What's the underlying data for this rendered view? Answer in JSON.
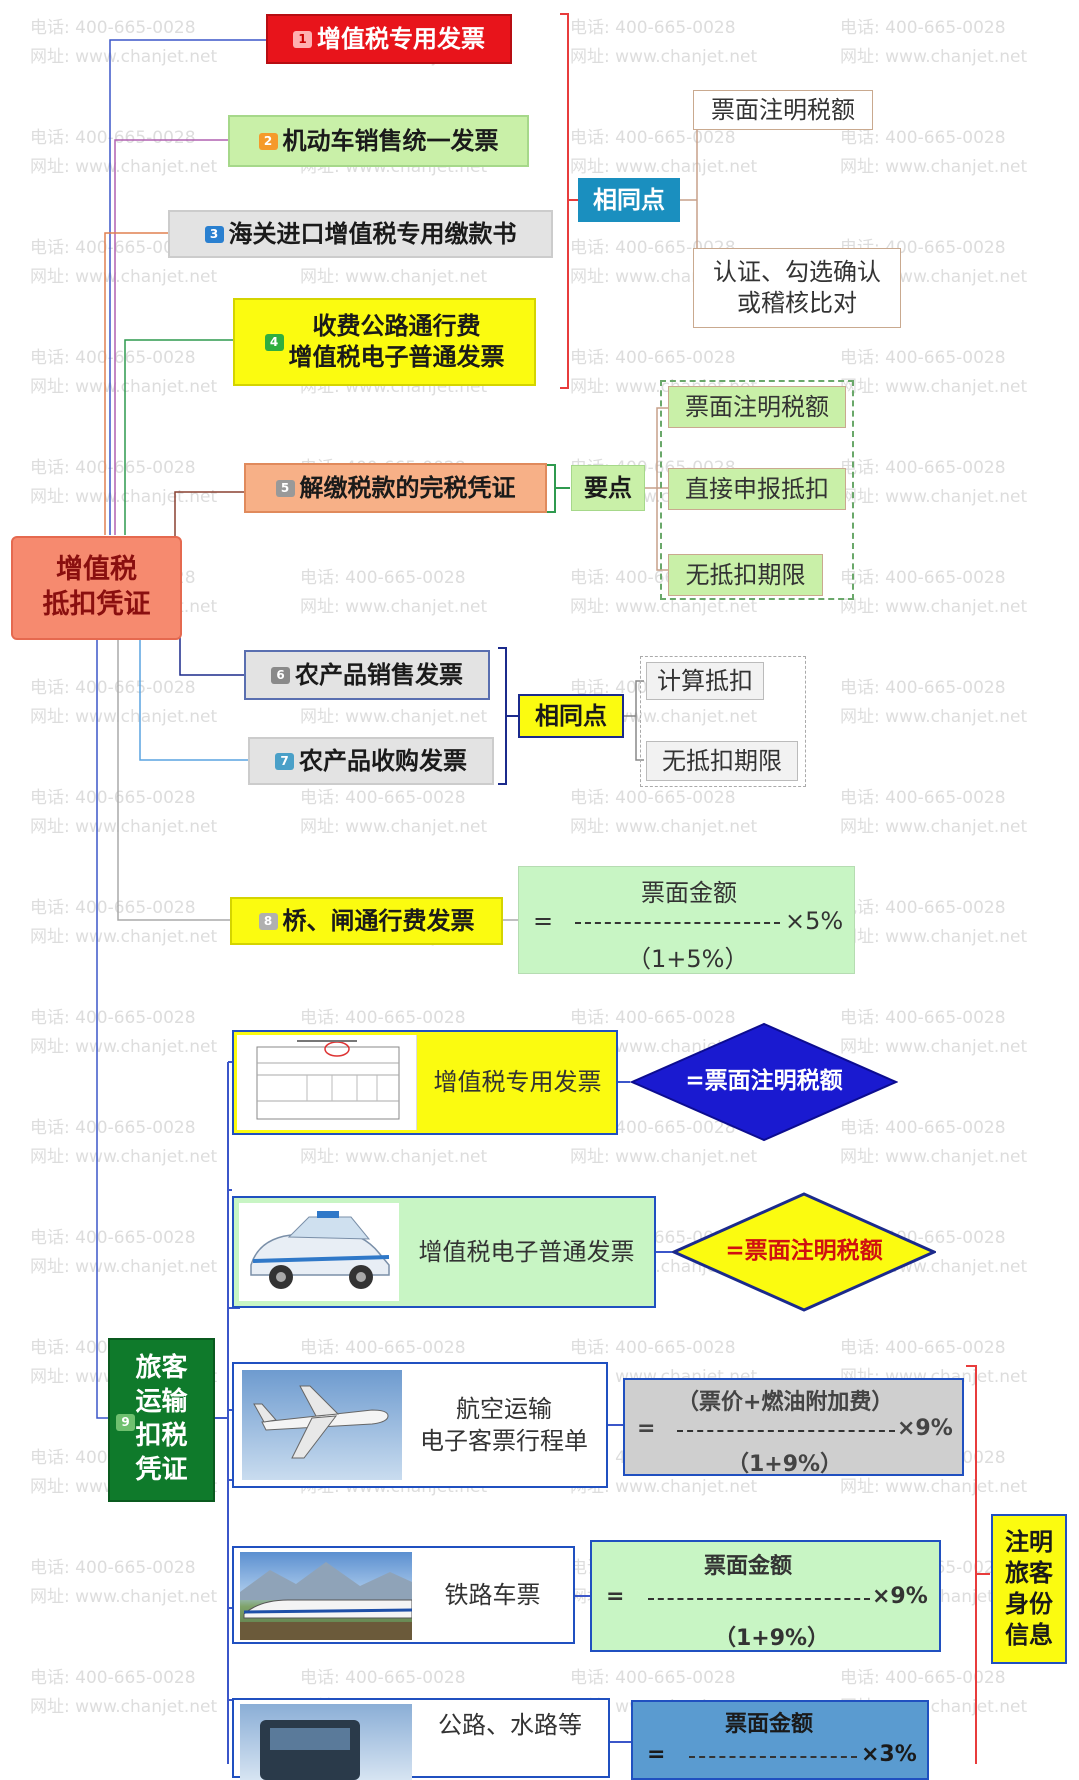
{
  "watermark": {
    "phone": "电话: 400-665-0028",
    "site": "网址: www.chanjet.net"
  },
  "root": {
    "label": "增值税\n抵扣凭证"
  },
  "categories": [
    {
      "num": "1",
      "label": "增值税专用发票"
    },
    {
      "num": "2",
      "label": "机动车销售统一发票"
    },
    {
      "num": "3",
      "label": "海关进口增值税专用缴款书"
    },
    {
      "num": "4",
      "label": "收费公路通行费\n增值税电子普通发票"
    },
    {
      "num": "5",
      "label": "解缴税款的完税凭证"
    },
    {
      "num": "6",
      "label": "农产品销售发票"
    },
    {
      "num": "7",
      "label": "农产品收购发票"
    },
    {
      "num": "8",
      "label": "桥、闸通行费发票"
    },
    {
      "num": "9",
      "label": "旅客\n运输\n扣税\n凭证"
    }
  ],
  "group1": {
    "label": "相同点",
    "items": [
      "票面注明税额",
      "认证、勾选确认\n或稽核比对"
    ]
  },
  "group5": {
    "label": "要点",
    "items": [
      "票面注明税额",
      "直接申报抵扣",
      "无抵扣期限"
    ]
  },
  "group67": {
    "label": "相同点",
    "items": [
      "计算抵扣",
      "无抵扣期限"
    ]
  },
  "formula8": {
    "eq": "=",
    "numerator": "票面金额",
    "rate": "×5%",
    "denominator": "（1+5%）"
  },
  "travel": {
    "items": [
      {
        "label": "增值税专用发票",
        "result": "=票面注明税额"
      },
      {
        "label": "增值税电子普通发票",
        "result": "=票面注明税额"
      },
      {
        "label": "航空运输\n电子客票行程单",
        "eq": "=",
        "numerator": "（票价+燃油附加费）",
        "rate": "×9%",
        "denominator": "（1+9%）"
      },
      {
        "label": "铁路车票",
        "eq": "=",
        "numerator": "票面金额",
        "rate": "×9%",
        "denominator": "（1+9%）"
      },
      {
        "label": "公路、水路等",
        "eq": "=",
        "numerator": "票面金额",
        "rate": "×3%"
      }
    ],
    "note": "注明\n旅客\n身份\n信息"
  },
  "colors": {
    "red": "#e8141b",
    "green_light": "#c9f0a8",
    "gray_light": "#e3e3e3",
    "yellow": "#fbfb10",
    "orange_light": "#f7b087",
    "root": "#f68a6f",
    "dark_green": "#0f7a2b",
    "teal": "#1a8fbf",
    "navy": "#1b2a8c",
    "blue": "#2050c0",
    "mint": "#c8f5c4"
  }
}
